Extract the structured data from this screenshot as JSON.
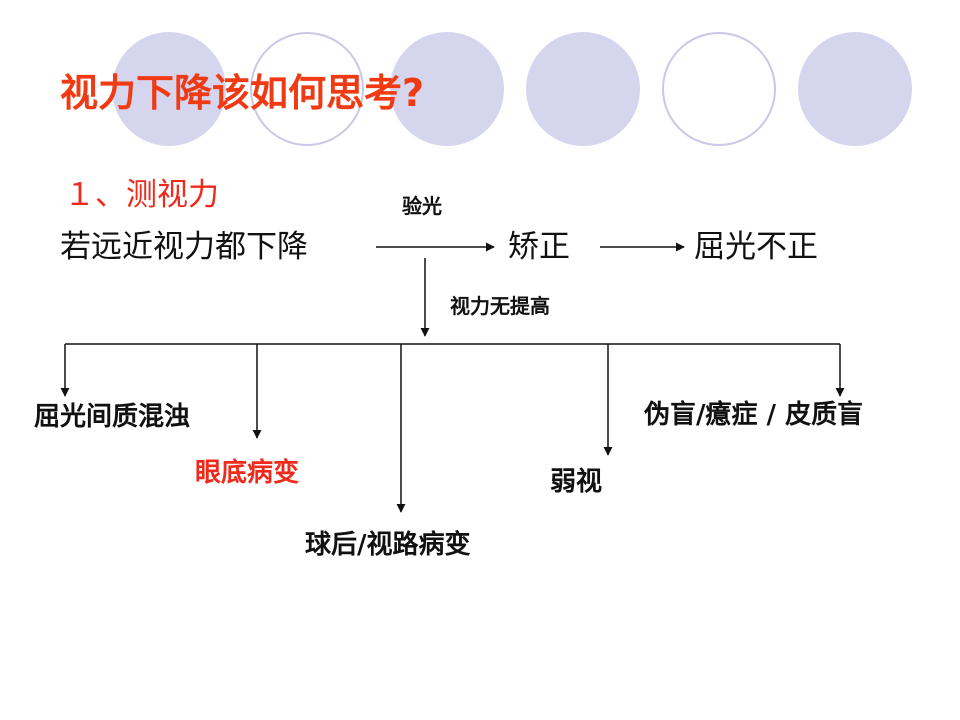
{
  "colors": {
    "title": "#f03a14",
    "accent_red": "#ee2a1c",
    "circle_fill": "#d5d5ee",
    "circle_outline": "#c9c9e6",
    "text": "#111111"
  },
  "title": "视力下降该如何思考?",
  "section": "１、测视力",
  "step_labels": {
    "refraction": "验光",
    "no_improvement": "视力无提高"
  },
  "flow": {
    "start": "若远近视力都下降",
    "corrected": "矫正",
    "refractive_error": "屈光不正"
  },
  "causes": [
    "屈光间质混浊",
    "眼底病变",
    "球后/视路病变",
    "弱视",
    "伪盲/癔症 / 皮质盲"
  ]
}
